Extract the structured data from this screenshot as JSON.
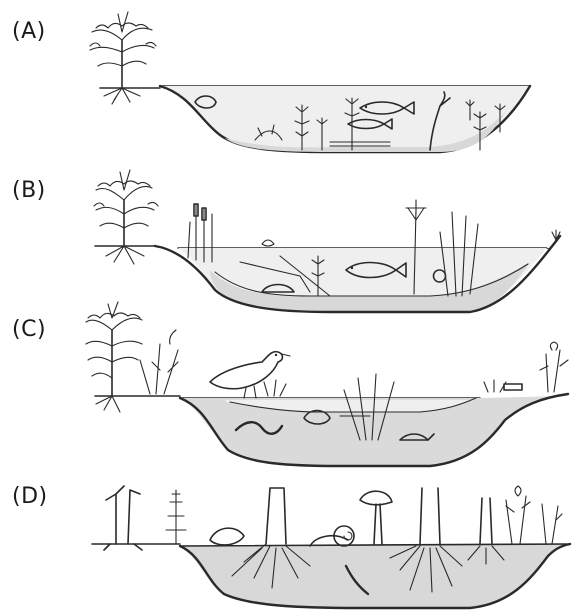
{
  "panels": [
    {
      "label": "(A)"
    },
    {
      "label": "(B)"
    },
    {
      "label": "(C)"
    },
    {
      "label": "(D)"
    }
  ],
  "colors": {
    "ink": "#2a2a2a",
    "water": "#ececec",
    "sediment": "#d6d6d6",
    "paper": "#ffffff"
  }
}
